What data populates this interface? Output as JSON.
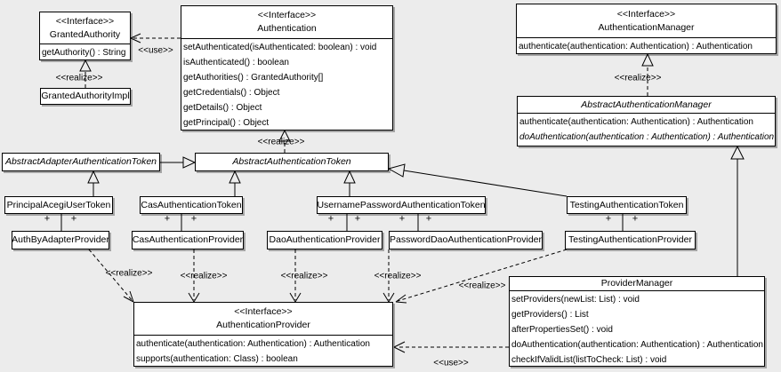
{
  "stereotypes": {
    "interface": "<<Interface>>",
    "realize": "<<realize>>",
    "use": "<<use>>"
  },
  "plus": "+",
  "colors": {
    "background": "#ececec",
    "box_fill": "#ffffff",
    "line": "#000000"
  },
  "classes": {
    "granted_authority": {
      "stereotype": "<<Interface>>",
      "name": "GrantedAuthority",
      "methods": [
        "getAuthority() : String"
      ]
    },
    "granted_authority_impl": {
      "name": "GrantedAuthorityImpl"
    },
    "authentication": {
      "stereotype": "<<Interface>>",
      "name": "Authentication",
      "methods": [
        "setAuthenticated(isAuthenticated: boolean) : void",
        "isAuthenticated() : boolean",
        "getAuthorities() : GrantedAuthority[]",
        "getCredentials() : Object",
        "getDetails() : Object",
        "getPrincipal() : Object"
      ]
    },
    "authentication_manager": {
      "stereotype": "<<Interface>>",
      "name": "AuthenticationManager",
      "methods": [
        "authenticate(authentication: Authentication) : Authentication"
      ]
    },
    "abstract_authentication_manager": {
      "name": "AbstractAuthenticationManager",
      "methods": [
        "authenticate(authentication: Authentication) : Authentication",
        "doAuthentication(authentication : Authentication) : Authentication"
      ]
    },
    "abstract_adapter_authentication_token": {
      "name": "AbstractAdapterAuthenticationToken"
    },
    "abstract_authentication_token": {
      "name": "AbstractAuthenticationToken"
    },
    "principal_acegi_user_token": {
      "name": "PrincipalAcegiUserToken"
    },
    "cas_authentication_token": {
      "name": "CasAuthenticationToken"
    },
    "username_password_authentication_token": {
      "name": "UsernamePasswordAuthenticationToken"
    },
    "testing_authentication_token": {
      "name": "TestingAuthenticationToken"
    },
    "auth_by_adapter_provider": {
      "name": "AuthByAdapterProvider"
    },
    "cas_authentication_provider": {
      "name": "CasAuthenticationProvider"
    },
    "dao_authentication_provider": {
      "name": "DaoAuthenticationProvider"
    },
    "password_dao_authentication_provider": {
      "name": "PasswordDaoAuthenticationProvider"
    },
    "testing_authentication_provider": {
      "name": "TestingAuthenticationProvider"
    },
    "authentication_provider": {
      "stereotype": "<<Interface>>",
      "name": "AuthenticationProvider",
      "methods": [
        "authenticate(authentication: Authentication) : Authentication",
        "supports(authentication: Class) : boolean"
      ]
    },
    "provider_manager": {
      "name": "ProviderManager",
      "methods": [
        "setProviders(newList: List) : void",
        "getProviders() : List",
        "afterPropertiesSet() : void",
        "doAuthentication(authentication: Authentication) : Authentication",
        "checkIfValidList(listToCheck: List) : void"
      ]
    }
  }
}
